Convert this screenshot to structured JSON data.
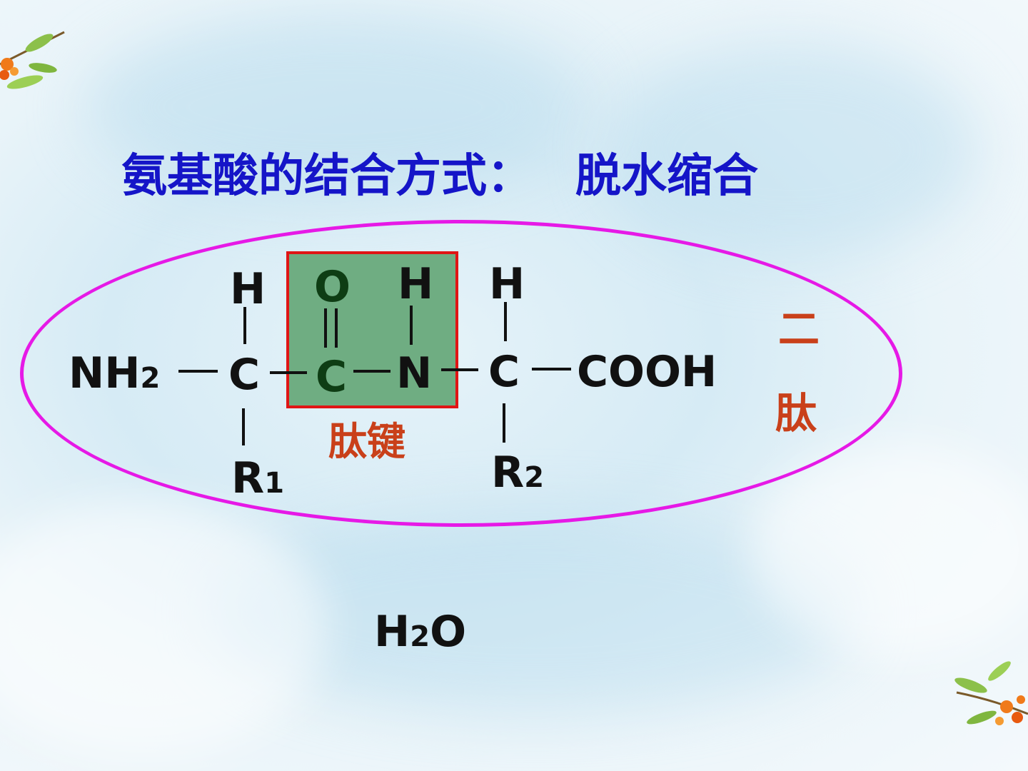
{
  "title": {
    "prefix": "氨基酸的结合方式：",
    "method": "脱水缩合"
  },
  "molecule": {
    "nh2": {
      "main": "NH",
      "sub": "2"
    },
    "h1": "H",
    "c1": "C",
    "r1": {
      "main": "R",
      "sub": "1"
    },
    "o": "O",
    "c2": "C",
    "h2": "H",
    "n": "N",
    "h3": "H",
    "c3": "C",
    "r2": {
      "main": "R",
      "sub": "2"
    },
    "cooh": "COOH"
  },
  "peptide_bond_label": "肽键",
  "dipeptide_label": {
    "line1": "二",
    "line2": "肽"
  },
  "water": {
    "main": "H",
    "sub": "2",
    "tail": "O"
  },
  "colors": {
    "title": "#1515c8",
    "ellipse": "#e619e6",
    "peptide_box_fill": "#6fad82",
    "peptide_box_border": "#e01515",
    "label": "#c9401a"
  }
}
